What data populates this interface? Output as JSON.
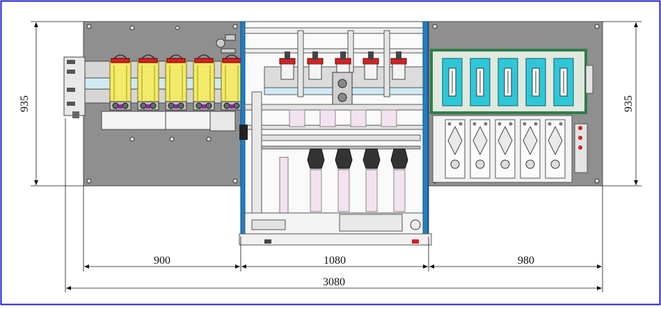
{
  "drawing": {
    "dimensions": {
      "left_section": "900",
      "middle_section": "1080",
      "right_section": "980",
      "overall_length": "3080",
      "height_left": "935",
      "height_right": "935"
    },
    "colors": {
      "frame": "#1f1fd0",
      "plate": "#8f8f8f",
      "yellow": "#f2ea6a",
      "red": "#d82020",
      "cyan": "#2ec7d8",
      "green_frame": "#2e7d4a",
      "pink": "#f3e2f0",
      "blue_rail": "#1e7fc8"
    },
    "left_module": {
      "cartridge_count": 5
    },
    "middle_module": {
      "gripper_count": 5,
      "lower_finger_count": 4
    },
    "right_module": {
      "cyan_block_count": 5,
      "fixture_count": 5
    }
  }
}
